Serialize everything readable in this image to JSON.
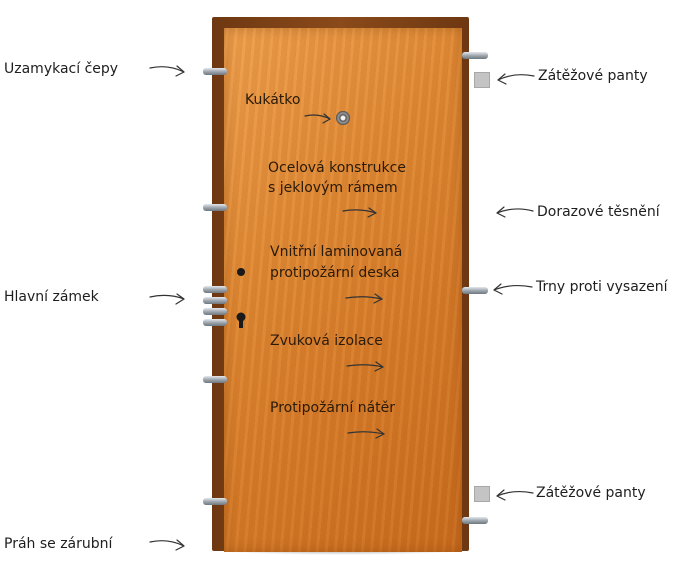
{
  "labels": {
    "uzamykaci_cepy": "Uzamykací čepy",
    "hlavni_zamek": "Hlavní zámek",
    "prah": "Práh se zárubní",
    "zatezove_top": "Zátěžové panty",
    "dorazove": "Dorazové těsnění",
    "trny": "Trny proti vysazení",
    "zatezove_bottom": "Zátěžové panty",
    "kukatko": "Kukátko",
    "ocelova_l1": "Ocelová konstrukce",
    "ocelova_l2": "s jeklovým rámem",
    "vnitrni_l1": "Vnitřní laminovaná",
    "vnitrni_l2": "protipožární deska",
    "zvukova": "Zvuková izolace",
    "nater": "Protipožární nátěr"
  },
  "colors": {
    "frame": "#7a3f14",
    "wood_light": "#f0a14e",
    "wood_dark": "#c96c1e",
    "pin": "#a0a8b0",
    "arrow": "#333333"
  }
}
